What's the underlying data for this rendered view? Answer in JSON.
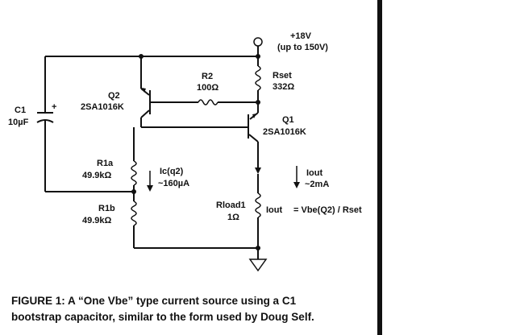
{
  "supply": {
    "voltage": "+18V",
    "range": "(up to 150V)"
  },
  "components": {
    "rset": {
      "name": "Rset",
      "value": "332Ω"
    },
    "r2": {
      "name": "R2",
      "value": "100Ω"
    },
    "q2": {
      "name": "Q2",
      "part": "2SA1016K"
    },
    "q1": {
      "name": "Q1",
      "part": "2SA1016K"
    },
    "c1": {
      "name": "C1",
      "value": "10µF",
      "polarity": "+"
    },
    "r1a": {
      "name": "R1a",
      "value": "49.9kΩ"
    },
    "r1b": {
      "name": "R1b",
      "value": "49.9kΩ"
    },
    "rload": {
      "name": "Rload1",
      "value": "1Ω"
    }
  },
  "annotations": {
    "icq2_label": "Ic(q2)",
    "icq2_value": "~160µA",
    "iout_label": "Iout",
    "iout_value": "~2mA",
    "formula_lhs": "Iout",
    "formula_rhs": "= Vbe(Q2) / Rset"
  },
  "caption": {
    "line1": "FIGURE 1: A “One Vbe” type current source using a C1",
    "line2": "bootstrap capacitor, similar to the form used by Doug Self."
  }
}
